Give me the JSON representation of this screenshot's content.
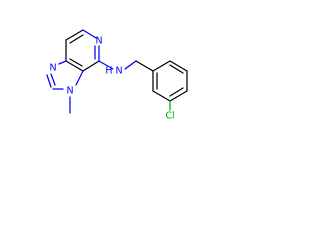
{
  "molecule": {
    "atoms": {
      "n_pyridine": "N",
      "n_imidazole_top": "N",
      "n_imidazole_methyl": "N",
      "n_amine": "N",
      "h_amine": "H",
      "cl": "Cl"
    }
  },
  "colors": {
    "nitrogen": "#0000ff",
    "chlorine": "#00aa00",
    "carbon": "#000000",
    "background": "#ffffff"
  }
}
